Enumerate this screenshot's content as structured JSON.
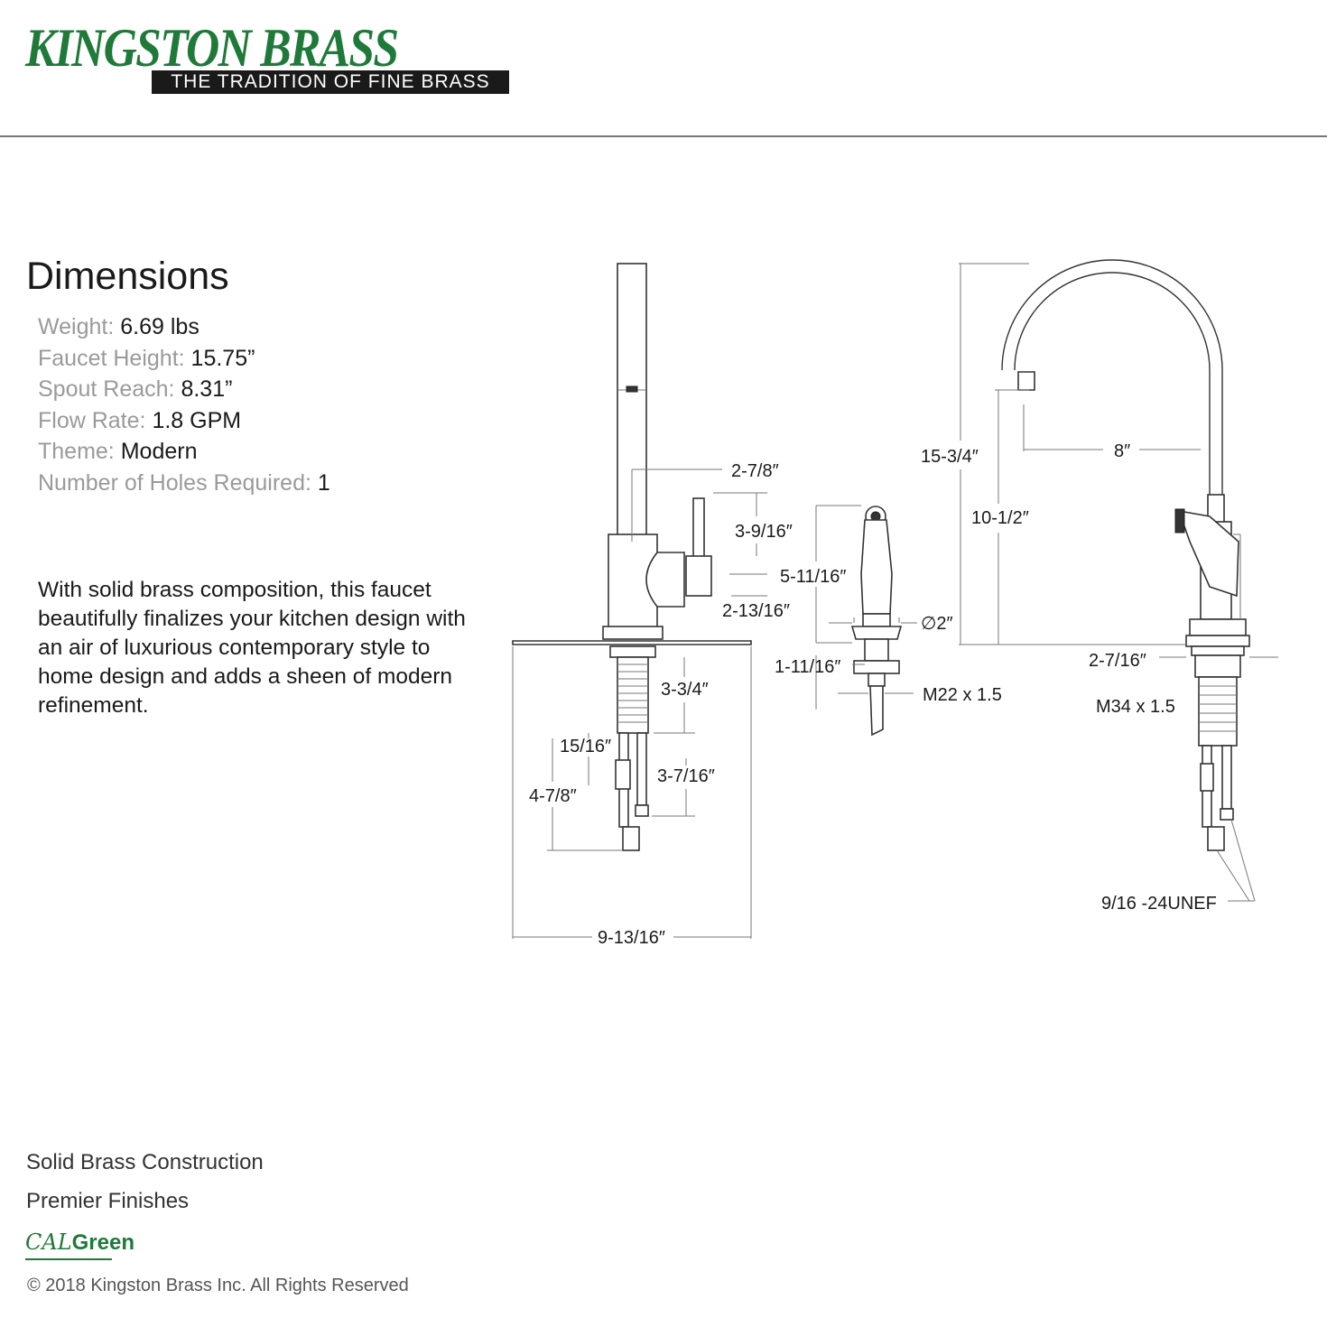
{
  "brand": {
    "name": "KINGSTON BRASS",
    "tagline": "THE TRADITION OF FINE BRASS",
    "color": "#1f7a3a"
  },
  "dimensions": {
    "heading": "Dimensions",
    "specs": [
      {
        "label": "Weight:",
        "value": "6.69 lbs"
      },
      {
        "label": "Faucet Height:",
        "value": "15.75”"
      },
      {
        "label": "Spout Reach:",
        "value": "8.31”"
      },
      {
        "label": "Flow Rate:",
        "value": "1.8 GPM"
      },
      {
        "label": "Theme:",
        "value": "Modern"
      },
      {
        "label": "Number of Holes Required:",
        "value": "1"
      }
    ]
  },
  "description": "With solid brass composition, this faucet beautifully finalizes your kitchen design with an air of luxurious contemporary style to home design and adds a sheen of modern refinement.",
  "footer": {
    "features": [
      "Solid Brass Construction",
      "Premier Finishes"
    ],
    "certification": {
      "cal": "CAL",
      "green": "Green"
    },
    "copyright": "© 2018 Kingston Brass Inc. All Rights Reserved"
  },
  "drawing_labels": {
    "front_top_offset": "2-7/8″",
    "handle_height": "3-9/16″",
    "sprayer_height": "5-11/16″",
    "body_width": "2-13/16″",
    "sprayer_diameter": "∅2″",
    "sprayer_nut": "1-11/16″",
    "sprayer_thread": "M22 x 1.5",
    "shank_length": "3-3/4″",
    "hose_offset": "15/16″",
    "hose_length_a": "3-7/16″",
    "hose_length_b": "4-7/8″",
    "plate_width": "9-13/16″",
    "total_height": "15-3/4″",
    "spout_reach": "8″",
    "spout_height": "10-1/2″",
    "base_width": "2-7/16″",
    "base_thread": "M34 x 1.5",
    "hose_thread": "9/16 -24UNEF"
  }
}
